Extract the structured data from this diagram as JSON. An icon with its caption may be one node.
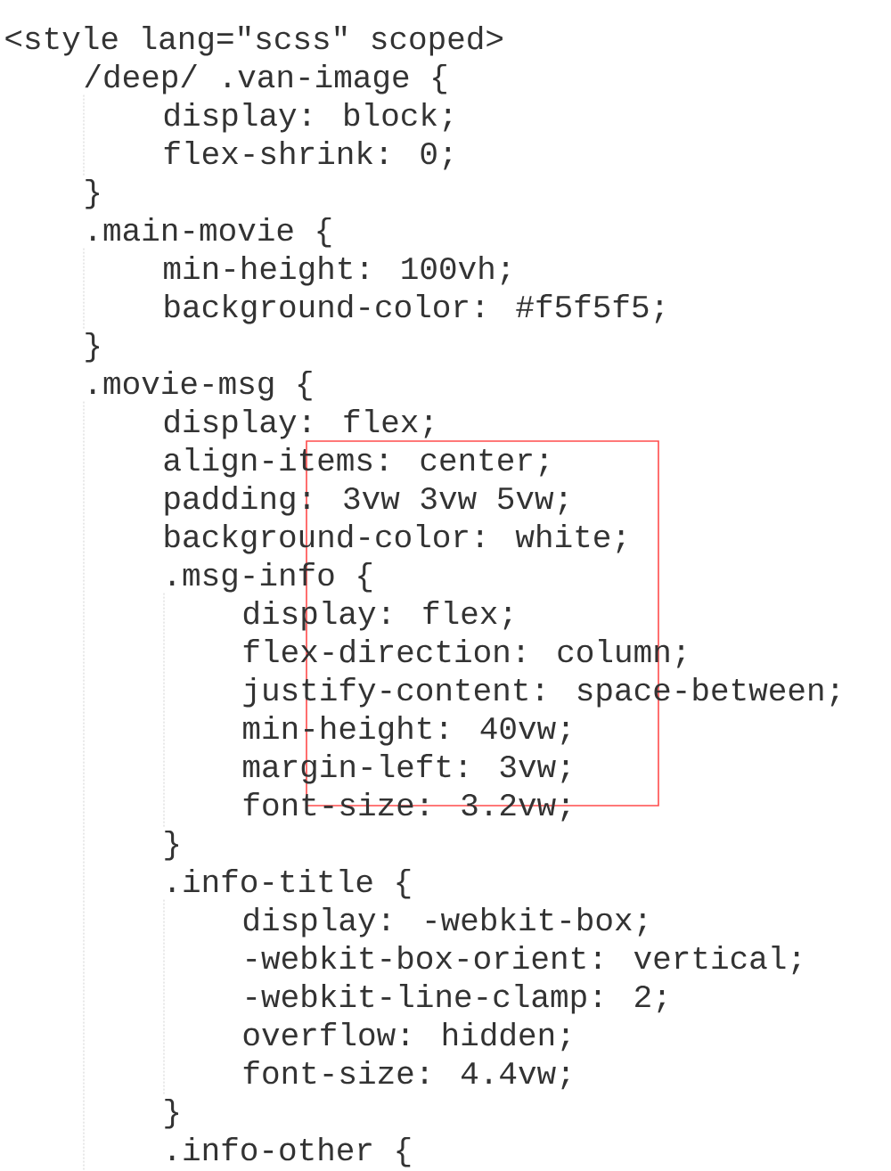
{
  "diagram": {
    "labels": [
      "<style lang=\"scss\" scoped>",
      "/deep/ .van-image {",
      "display: block;",
      "flex-shrink: 0;",
      "}",
      ".main-movie {",
      "min-height: 100vh;",
      "background-color: #f5f5f5;",
      "}",
      ".movie-msg {",
      "display: flex;",
      "align-items: center;",
      "padding: 3vw 3vw 5vw;",
      "background-color: white;",
      ".msg-info {",
      "display: flex;",
      "flex-direction: column;",
      "justify-content: space-between;",
      "min-height: 40vw;",
      "margin-left: 3vw;",
      "font-size: 3.2vw;",
      "}",
      ".info-title {",
      "display: -webkit-box;",
      "-webkit-box-orient: vertical;",
      "-webkit-line-clamp: 2;",
      "overflow: hidden;",
      "font-size: 4.4vw;",
      "}",
      ".info-other {"
    ]
  }
}
